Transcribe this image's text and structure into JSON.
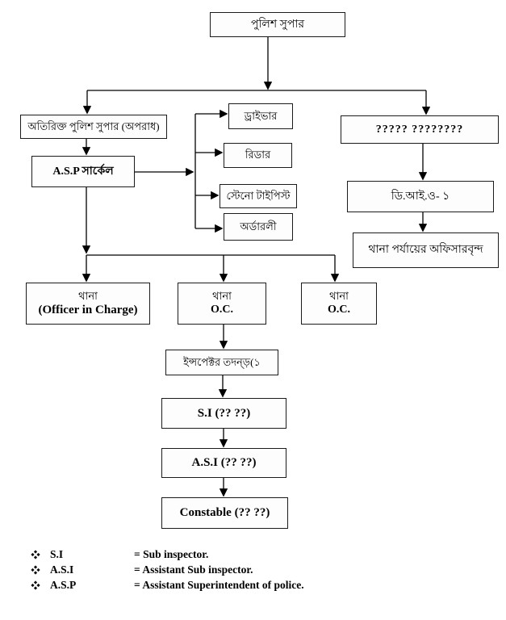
{
  "diagram": {
    "nodes": {
      "police_super": "পুলিশ সুপার",
      "additional_super": "অতিরিক্ত পুলিশ সুপার (অপরাধ)",
      "asp_circle": "A.S.P সার্কেল",
      "driver": "ড্রাইভার",
      "reader": "রিডার",
      "steno_typist": "স্টেনো টাইপিস্ট",
      "orderly": "অর্ডারলী",
      "unknown_placeholder": "????? ????????",
      "dio": "ডি.আই.ও- ১",
      "thana_officers": "থানা পর্যায়ের অফিসারবৃন্দ",
      "thana_oic": {
        "line1": "থানা",
        "line2": "(Officer in Charge)"
      },
      "thana_oc1": {
        "line1": "থানা",
        "line2": "O.C."
      },
      "thana_oc2": {
        "line1": "থানা",
        "line2": "O.C."
      },
      "inspector": "ইন্সপেক্টর তদন্ড়(১",
      "si": "S.I (?? ??)",
      "asi": "A.S.I (?? ??)",
      "constable": "Constable (?? ??)"
    },
    "legend": {
      "items": [
        {
          "term": "S.I",
          "definition": "= Sub inspector."
        },
        {
          "term": "A.S.I",
          "definition": "= Assistant Sub inspector."
        },
        {
          "term": "A.S.P",
          "definition": "= Assistant Superintendent of police."
        }
      ]
    },
    "colors": {
      "line": "#000000",
      "box_border": "#1b1b1b",
      "text": "#000000",
      "background": "#ffffff"
    }
  }
}
